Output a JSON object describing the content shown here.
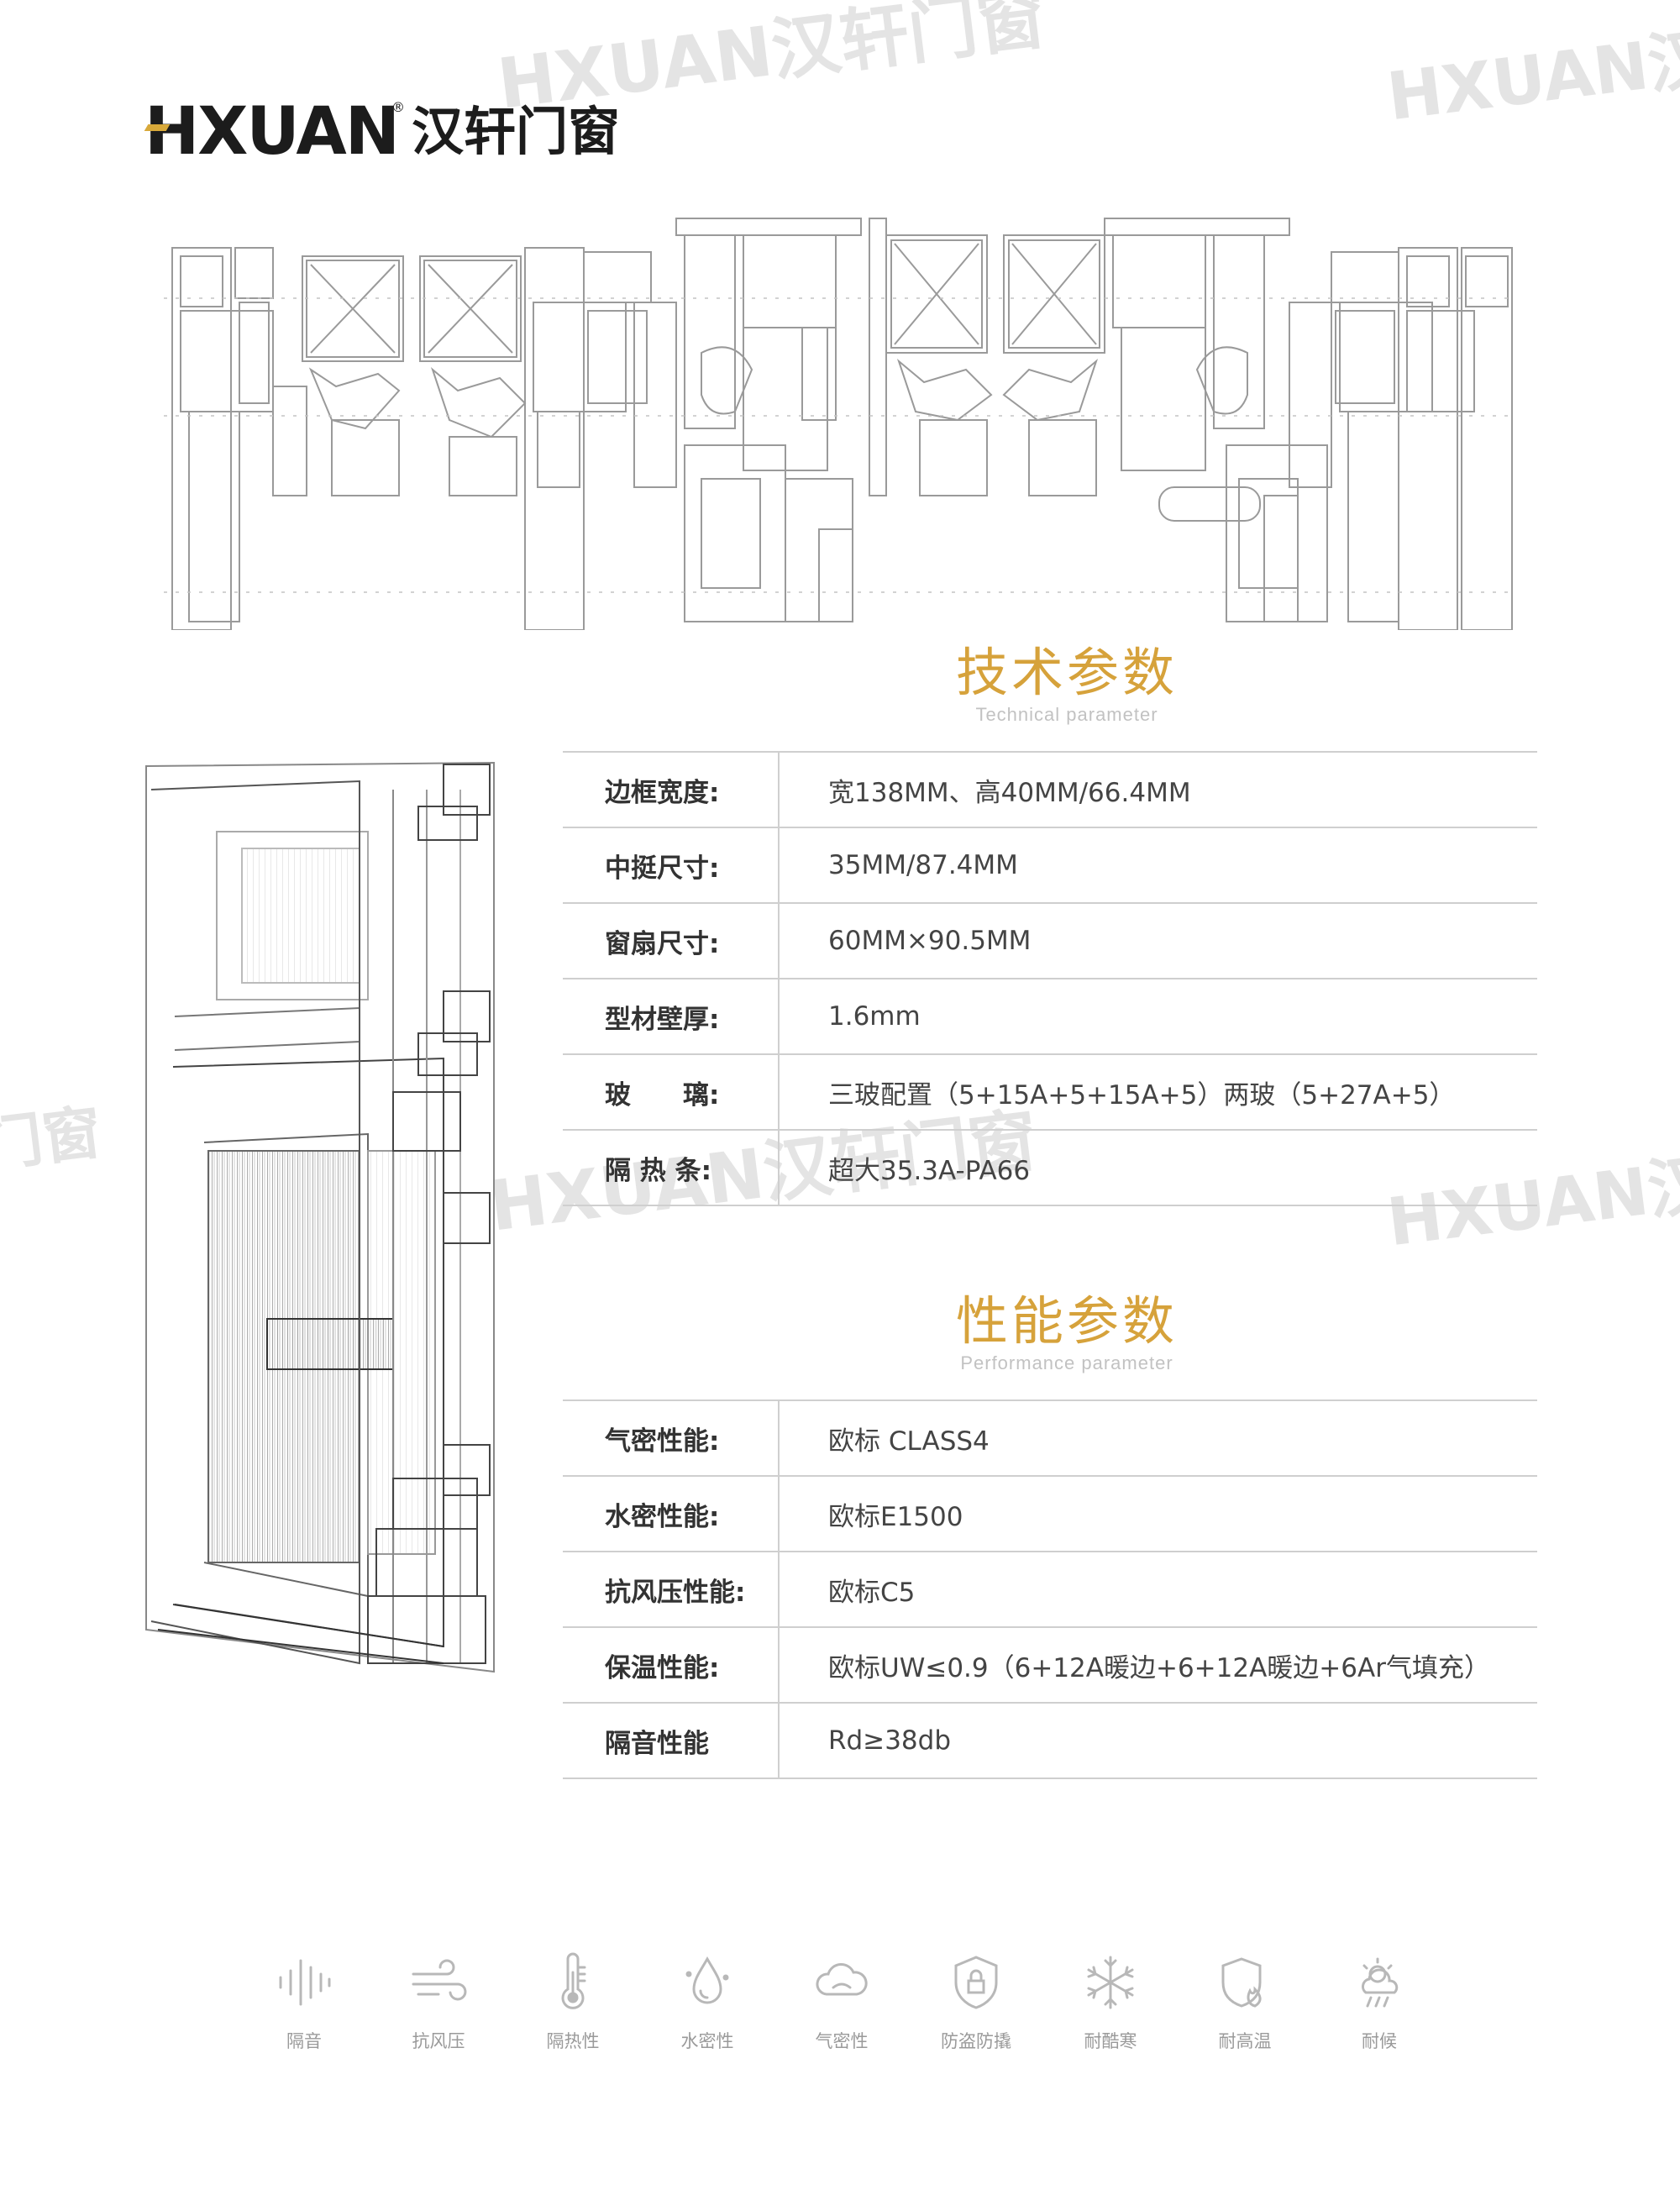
{
  "brand": {
    "latin": "HXUAN",
    "chinese": "汉轩门窗",
    "registered": "®",
    "accent_color": "#d8a93a"
  },
  "watermarks": [
    {
      "text": "HXUAN汉轩门窗"
    },
    {
      "text": "HXUAN汉"
    },
    {
      "text": "门窗"
    },
    {
      "text": "HXUAN汉轩门窗"
    },
    {
      "text": "HXUAN汉"
    }
  ],
  "technical": {
    "title": "技术参数",
    "subtitle": "Technical parameter",
    "rows": [
      {
        "label": "边框宽度:",
        "value": "宽138MM、高40MM/66.4MM"
      },
      {
        "label": "中挺尺寸:",
        "value": "35MM/87.4MM"
      },
      {
        "label": "窗扇尺寸:",
        "value": "60MM×90.5MM"
      },
      {
        "label": "型材壁厚:",
        "value": "1.6mm"
      },
      {
        "label": "玻　　璃:",
        "value": "三玻配置（5+15A+5+15A+5）两玻（5+27A+5）"
      },
      {
        "label": "隔 热 条:",
        "value": "超大35.3A-PA66"
      }
    ]
  },
  "performance": {
    "title": "性能参数",
    "subtitle": "Performance parameter",
    "rows": [
      {
        "label": "气密性能:",
        "value": "欧标 CLASS4"
      },
      {
        "label": "水密性能:",
        "value": "欧标E1500"
      },
      {
        "label": "抗风压性能:",
        "value": "欧标C5"
      },
      {
        "label": "保温性能:",
        "value": "欧标UW≤0.9（6+12A暖边+6+12A暖边+6Ar气填充）"
      },
      {
        "label": "隔音性能",
        "value": "Rd≥38db"
      }
    ]
  },
  "features": [
    {
      "label": "隔音",
      "icon": "sound-wave-icon"
    },
    {
      "label": "抗风压",
      "icon": "wind-icon"
    },
    {
      "label": "隔热性",
      "icon": "thermometer-icon"
    },
    {
      "label": "水密性",
      "icon": "water-drop-icon"
    },
    {
      "label": "气密性",
      "icon": "cloud-icon"
    },
    {
      "label": "防盗防撬",
      "icon": "shield-lock-icon"
    },
    {
      "label": "耐酷寒",
      "icon": "snowflake-icon"
    },
    {
      "label": "耐高温",
      "icon": "fire-shield-icon"
    },
    {
      "label": "耐候",
      "icon": "sun-rain-icon"
    }
  ],
  "colors": {
    "heading": "#d6a23b",
    "rule": "#cfcfcf",
    "icon": "#b8b8b8"
  }
}
